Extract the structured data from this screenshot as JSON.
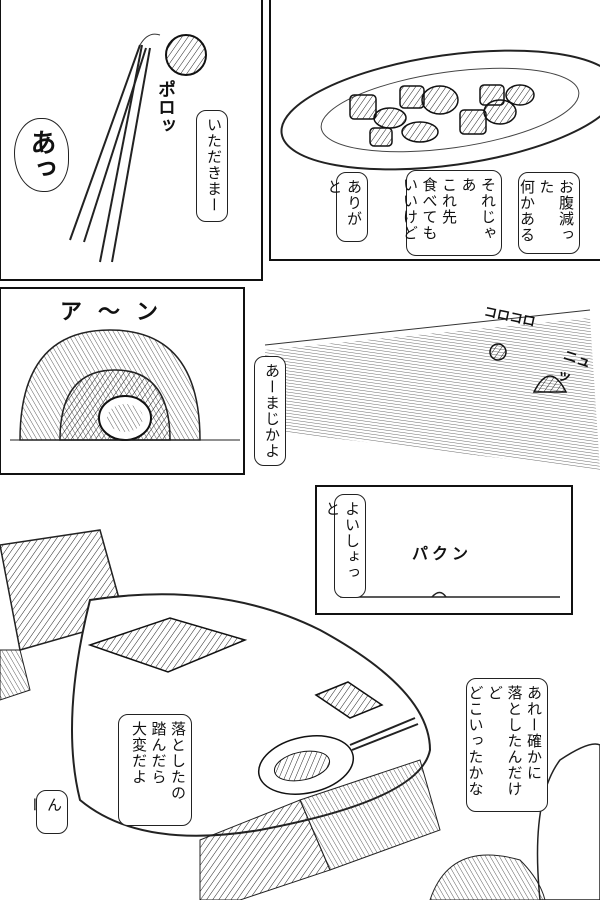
{
  "panel1": {
    "exclaim": "あっ",
    "sfx_drop": "ポロッ",
    "bubble": "いただきまー"
  },
  "panel2": {
    "bubble_right": "お腹減った\n何かある",
    "bubble_mid": "それじゃあ\nこれ先\n食べても\nいいけど",
    "bubble_left": "ありがと"
  },
  "panel3": {
    "sfx": "ア〜ン"
  },
  "panel4": {
    "bubble": "あーまじかよ",
    "sfx_roll": "コロコロ",
    "sfx_pop": "ニュッ"
  },
  "panel5": {
    "bubble": "よいしょっと",
    "sfx": "パクン"
  },
  "panel6": {
    "bubble_right": "あれー確かに\n落としたんだけど\nどこいったかな",
    "bubble_mid": "落としたの\n踏んだら\n大変だよ",
    "bubble_left": "んー"
  }
}
